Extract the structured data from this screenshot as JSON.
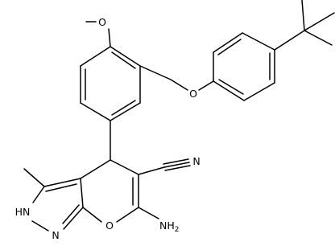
{
  "structure": {
    "atom_labels": {
      "methoxy_oxygen": "O",
      "ether_oxygen": "O",
      "nitrile_nitrogen": "N",
      "pyrazole_nh": "HN",
      "pyrazole_n": "N",
      "pyran_oxygen": "O",
      "amino_group": "NH",
      "amino_subscript": "2"
    }
  }
}
